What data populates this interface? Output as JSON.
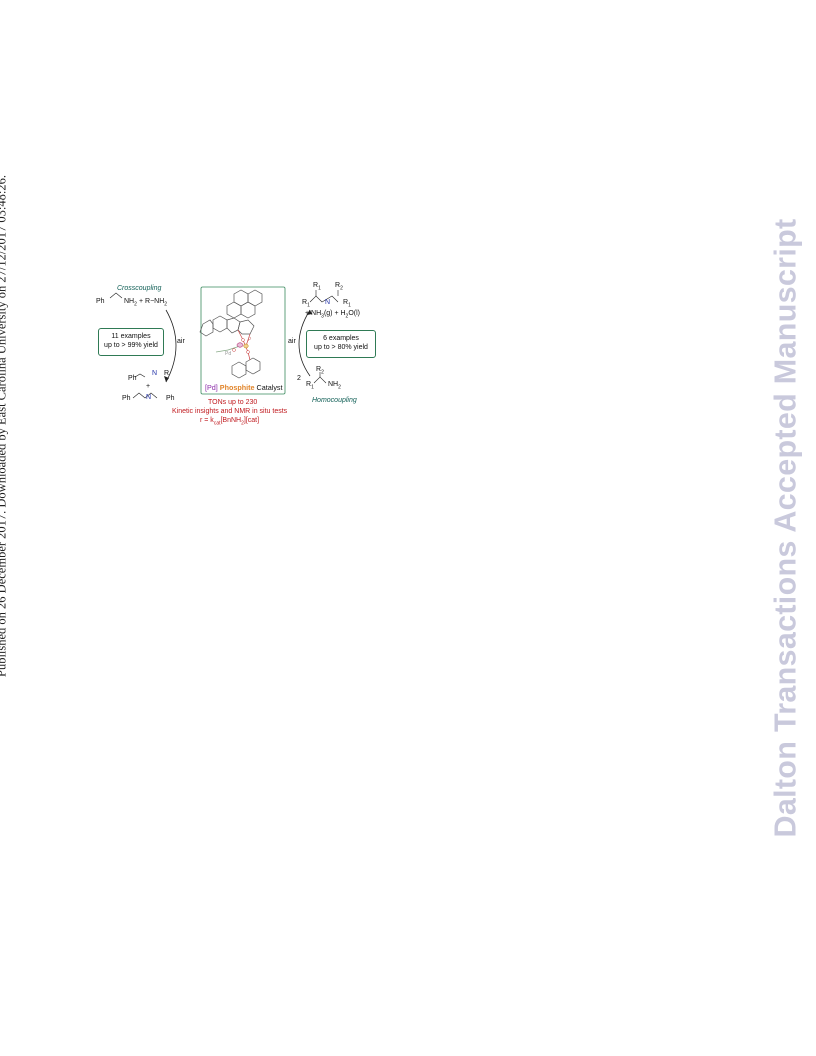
{
  "sidebar": {
    "published_note": "Published on 26 December 2017. Downloaded by East Carolina University on 27/12/2017 03:48:26."
  },
  "watermark": {
    "text": "Dalton Transactions Accepted Manuscript"
  },
  "scheme": {
    "left": {
      "title": "Crosscoupling",
      "reactant_ph": "Ph",
      "reactant_nh2": "NH",
      "reactant_sub2": "2",
      "plus_r_nh2": "+ R−NH",
      "plus_sub2": "2",
      "examples_line1": "11 examples",
      "examples_line2": "up to > 99% yield",
      "arrow_label": "air",
      "product1_ph": "Ph",
      "product1_n": "N",
      "product1_r": "R",
      "plus": "+",
      "product2_ph1": "Ph",
      "product2_n": "N",
      "product2_ph2": "Ph"
    },
    "center": {
      "catalyst_pd": "[Pd]",
      "catalyst_phosphite": "Phosphite",
      "catalyst_word": "Catalyst",
      "tons": "TONs up to 230",
      "kinetic": "Kinetic insights and NMR in situ tests",
      "rate_law": "r = k",
      "rate_sub": "cat",
      "rate_rest": "[BnNH",
      "rate_sub2": "2",
      "rate_end": "][cat]",
      "pd_label": "Pd",
      "p_label": "P"
    },
    "right": {
      "product_r1a": "R",
      "product_r1a_sub": "1",
      "product_r2": "R",
      "product_r2_sub": "2",
      "product_r1b": "R",
      "product_r1b_sub": "1",
      "product_n": "N",
      "product_r1c": "R",
      "product_r1c_sub": "1",
      "byproducts": "+ NH",
      "bp_sub1": "3",
      "bp_mid": "(g) + H",
      "bp_sub2": "2",
      "bp_end": "O(l)",
      "arrow_label": "air",
      "examples_line1": "6 examples",
      "examples_line2": "up to > 80% yield",
      "reactant_r1": "R",
      "reactant_r1_sub": "1",
      "reactant_r2": "R",
      "reactant_r2_sub": "2",
      "reactant_nh2": "NH",
      "reactant_nh2_sub": "2",
      "title": "Homocoupling",
      "two": "2"
    }
  }
}
